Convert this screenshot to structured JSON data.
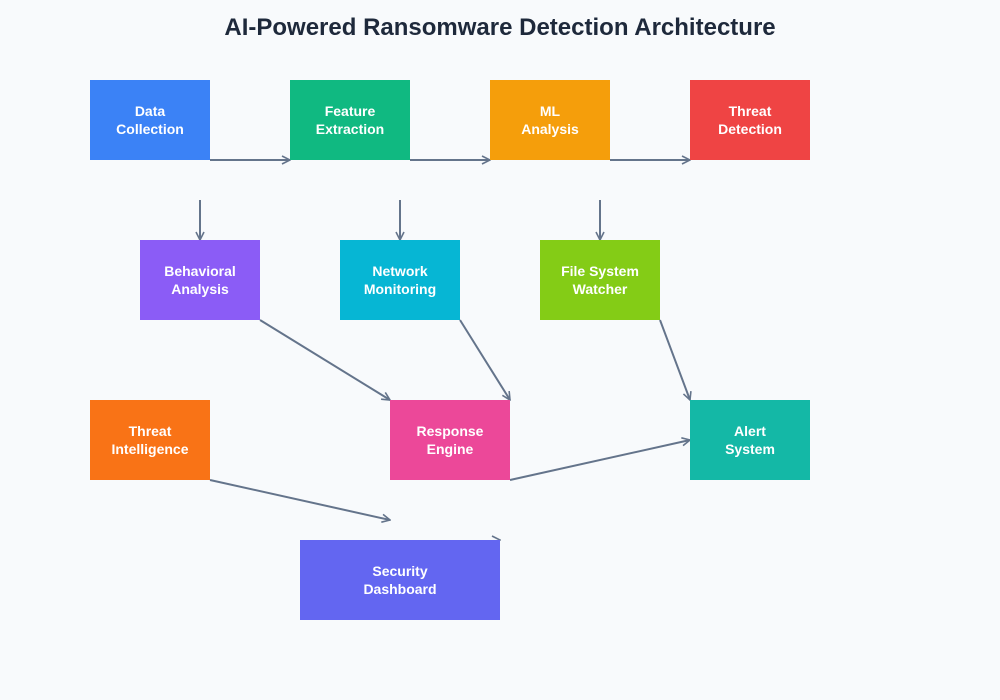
{
  "title": "AI-Powered Ransomware Detection Architecture",
  "edge_color": "#64748b",
  "nodes": [
    {
      "id": "data-collection",
      "lines": [
        "Data",
        "Collection"
      ],
      "color": "#3b82f6"
    },
    {
      "id": "feature-extraction",
      "lines": [
        "Feature",
        "Extraction"
      ],
      "color": "#10b981"
    },
    {
      "id": "ml-analysis",
      "lines": [
        "ML",
        "Analysis"
      ],
      "color": "#f59e0b"
    },
    {
      "id": "threat-detection",
      "lines": [
        "Threat",
        "Detection"
      ],
      "color": "#ef4444"
    },
    {
      "id": "behavioral-analysis",
      "lines": [
        "Behavioral",
        "Analysis"
      ],
      "color": "#8b5cf6"
    },
    {
      "id": "network-monitoring",
      "lines": [
        "Network",
        "Monitoring"
      ],
      "color": "#06b6d4"
    },
    {
      "id": "file-system-watcher",
      "lines": [
        "File System",
        "Watcher"
      ],
      "color": "#84cc16"
    },
    {
      "id": "threat-intelligence",
      "lines": [
        "Threat",
        "Intelligence"
      ],
      "color": "#f97316"
    },
    {
      "id": "response-engine",
      "lines": [
        "Response",
        "Engine"
      ],
      "color": "#ec4899"
    },
    {
      "id": "alert-system",
      "lines": [
        "Alert",
        "System"
      ],
      "color": "#14b8a6"
    },
    {
      "id": "security-dashboard",
      "lines": [
        "Security",
        "Dashboard"
      ],
      "color": "#6366f1"
    }
  ],
  "edges": [
    {
      "from": "data-collection",
      "to": "feature-extraction"
    },
    {
      "from": "feature-extraction",
      "to": "ml-analysis"
    },
    {
      "from": "ml-analysis",
      "to": "threat-detection"
    },
    {
      "from": "data-collection",
      "to": "behavioral-analysis"
    },
    {
      "from": "feature-extraction",
      "to": "network-monitoring"
    },
    {
      "from": "ml-analysis",
      "to": "file-system-watcher"
    },
    {
      "from": "behavioral-analysis",
      "to": "response-engine"
    },
    {
      "from": "network-monitoring",
      "to": "response-engine"
    },
    {
      "from": "file-system-watcher",
      "to": "alert-system"
    },
    {
      "from": "threat-intelligence",
      "to": "security-dashboard"
    },
    {
      "from": "response-engine",
      "to": "alert-system"
    },
    {
      "from": "security-dashboard",
      "to": "security-dashboard"
    }
  ]
}
